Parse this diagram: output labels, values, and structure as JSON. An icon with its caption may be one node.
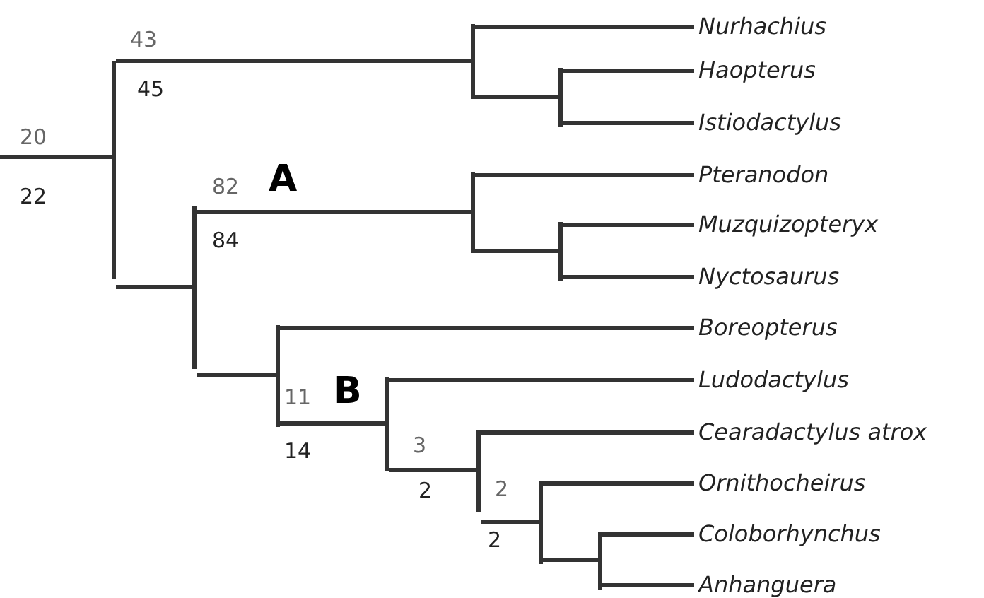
{
  "diagram": {
    "nodes": [
      {
        "text": [],
        "shape": "bar"
      },
      {
        "text": [],
        "shape": "bar"
      },
      {
        "text": [
          "Nurhachius"
        ]
      },
      {
        "text": [],
        "shape": "bar"
      },
      {
        "text": [
          "Haopterus"
        ]
      },
      {
        "text": [
          "Istiodactylus"
        ]
      },
      {
        "text": [],
        "shape": "bar"
      },
      {
        "text": [],
        "shape": "bar"
      },
      {
        "text": [
          "Pteranodon"
        ]
      },
      {
        "text": [],
        "shape": "bar"
      },
      {
        "text": [
          "Muzquizopteryx"
        ]
      },
      {
        "text": [
          "Nyctosaurus"
        ]
      },
      {
        "text": [],
        "shape": "bar"
      },
      {
        "text": [
          "Boreopterus"
        ]
      },
      {
        "text": [],
        "shape": "bar"
      },
      {
        "text": [
          "Ludodactylus"
        ]
      },
      {
        "text": [],
        "shape": "bar"
      },
      {
        "text": [
          "Cearadactylus atrox"
        ]
      },
      {
        "text": [],
        "shape": "bar"
      },
      {
        "text": [
          "Ornithocheirus"
        ]
      },
      {
        "text": [],
        "shape": "bar"
      },
      {
        "text": [
          "Coloborhynchus"
        ]
      },
      {
        "text": [
          "Anhanguera"
        ]
      }
    ],
    "edges": [
      {
        "from": null,
        "to": 0,
        "arrow": "none"
      },
      {
        "from": 0,
        "to": 1,
        "arrow": "none"
      },
      {
        "from": 1,
        "to": 2,
        "arrow": "none"
      },
      {
        "from": 1,
        "to": 3,
        "arrow": "none"
      },
      {
        "from": 3,
        "to": 4,
        "arrow": "none"
      },
      {
        "from": 3,
        "to": 5,
        "arrow": "none"
      },
      {
        "from": 0,
        "to": 6,
        "arrow": "none"
      },
      {
        "from": 6,
        "to": 7,
        "arrow": "none"
      },
      {
        "from": 7,
        "to": 8,
        "arrow": "none"
      },
      {
        "from": 7,
        "to": 9,
        "arrow": "none"
      },
      {
        "from": 9,
        "to": 10,
        "arrow": "none"
      },
      {
        "from": 9,
        "to": 11,
        "arrow": "none"
      },
      {
        "from": 6,
        "to": 12,
        "arrow": "none"
      },
      {
        "from": 12,
        "to": 13,
        "arrow": "none"
      },
      {
        "from": 12,
        "to": 14,
        "arrow": "none"
      },
      {
        "from": 14,
        "to": 15,
        "arrow": "none"
      },
      {
        "from": 14,
        "to": 16,
        "arrow": "none"
      },
      {
        "from": 16,
        "to": 17,
        "arrow": "none"
      },
      {
        "from": 16,
        "to": 18,
        "arrow": "none"
      },
      {
        "from": 18,
        "to": 19,
        "arrow": "none"
      },
      {
        "from": 18,
        "to": 20,
        "arrow": "none"
      },
      {
        "from": 20,
        "to": 21,
        "arrow": "none"
      },
      {
        "from": 20,
        "to": 22,
        "arrow": "none"
      }
    ],
    "labels": [
      "43",
      "45",
      "20",
      "82",
      "A",
      "22",
      "84",
      "11",
      "B",
      "3",
      "14",
      "2",
      "2",
      "2"
    ]
  }
}
